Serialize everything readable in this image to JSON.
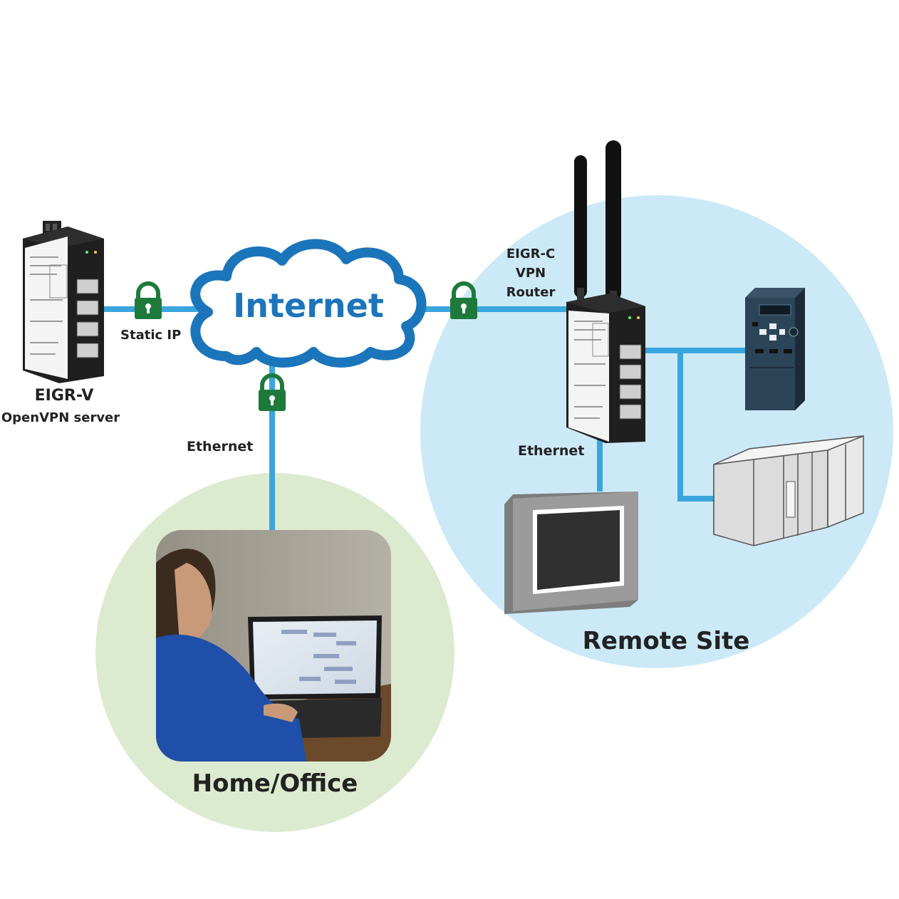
{
  "colors": {
    "link": "#3aa6de",
    "remote_site_bg": "#cce9f7",
    "home_office_bg": "#dcebcf",
    "lock": "#1e7a3a",
    "cloud_stroke": "#1b75bb",
    "cloud_text": "#1b75bb",
    "device_dark": "#1f1f1f"
  },
  "nodes": {
    "internet": {
      "label": "Internet",
      "icon": "cloud-icon"
    },
    "eigr_v": {
      "name": "EIGR-V",
      "role": "OpenVPN server",
      "icon": "industrial-router-icon"
    },
    "eigr_c": {
      "lines": [
        "EIGR-C",
        "VPN",
        "Router"
      ],
      "icon": "cellular-vpn-router-icon"
    },
    "remote_site": {
      "label": "Remote Site"
    },
    "home_office": {
      "label": "Home/Office",
      "photo": "person-at-laptop-photo"
    },
    "drive": {
      "icon": "vfd-drive-icon"
    },
    "plc": {
      "icon": "plc-rack-icon"
    },
    "hmi": {
      "icon": "hmi-panel-icon"
    }
  },
  "links": {
    "static_ip": "Static IP",
    "ethernet_home": "Ethernet",
    "ethernet_remote": "Ethernet"
  },
  "locks": [
    "padlock-icon",
    "padlock-icon",
    "padlock-icon"
  ]
}
